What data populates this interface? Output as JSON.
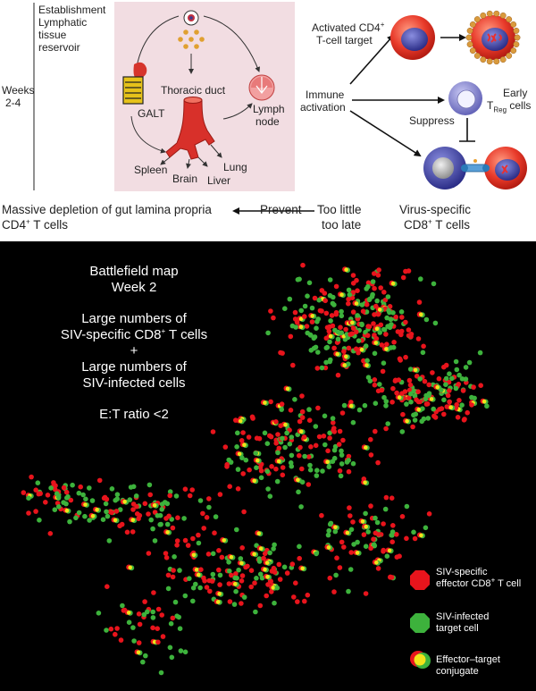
{
  "timeline": {
    "weeks_label": "Weeks",
    "weeks_range": "2-4"
  },
  "reservoir": {
    "establishment": "Establishment",
    "lymphatic": "Lymphatic",
    "tissue": "tissue",
    "reservoir": "reservoir",
    "thoracic_duct": "Thoracic duct",
    "galt": "GALT",
    "lymph": "Lymph",
    "node": "node",
    "spleen": "Spleen",
    "brain": "Brain",
    "lung": "Lung",
    "liver": "Liver"
  },
  "immune": {
    "immune": "Immune",
    "activation": "activation",
    "activated_cd4_prefix": "Activated CD4",
    "activated_cd4_sup": "+",
    "t_cell_target": "T-cell target",
    "early": "Early",
    "treg_t": "T",
    "treg_sub": "Reg",
    "cells": "cells",
    "suppress": "Suppress",
    "virus_specific": "Virus-specific",
    "cd8_prefix": "CD8",
    "cd8_sup": "+",
    "cd8_suffix": " T cells"
  },
  "consequence": {
    "massive_line1": "Massive depletion of gut lamina propria",
    "cd4_prefix": "CD4",
    "cd4_sup": "+",
    "cd4_suffix": " T cells",
    "prevent": "Prevent",
    "too_little": "Too little",
    "too_late": "too late"
  },
  "battlefield": {
    "title1": "Battlefield map",
    "title2": "Week 2",
    "line1": "Large numbers of",
    "line2_prefix": "SIV-specific CD8",
    "line2_sup": "+",
    "line2_suffix": " T cells",
    "plus": "+",
    "line3": "Large numbers of",
    "line4": "SIV-infected cells",
    "ratio": "E:T ratio <2"
  },
  "legend": {
    "effector_line1": "SIV-specific",
    "effector_line2_prefix": "effector CD8",
    "effector_line2_sup": "+",
    "effector_line2_suffix": " T cell",
    "infected_line1": "SIV-infected",
    "infected_line2": "target cell",
    "conjugate_line1": "Effector–target",
    "conjugate_line2": "conjugate"
  },
  "colors": {
    "effector": "#e8141c",
    "infected": "#3db23c",
    "conjugate": "#f2e21a",
    "panel_bg": "#f2dde2",
    "cell_outer": "#e83a2a",
    "cell_inner": "#3d3ea0",
    "treg": "#8c8cd8"
  },
  "icons": [
    "virus-particle-icon",
    "stomach-intestine-icon",
    "lymph-node-icon",
    "vessel-icon",
    "cd4-cell-icon",
    "infected-cell-icon",
    "treg-cell-icon",
    "cd8-conjugate-icon"
  ]
}
